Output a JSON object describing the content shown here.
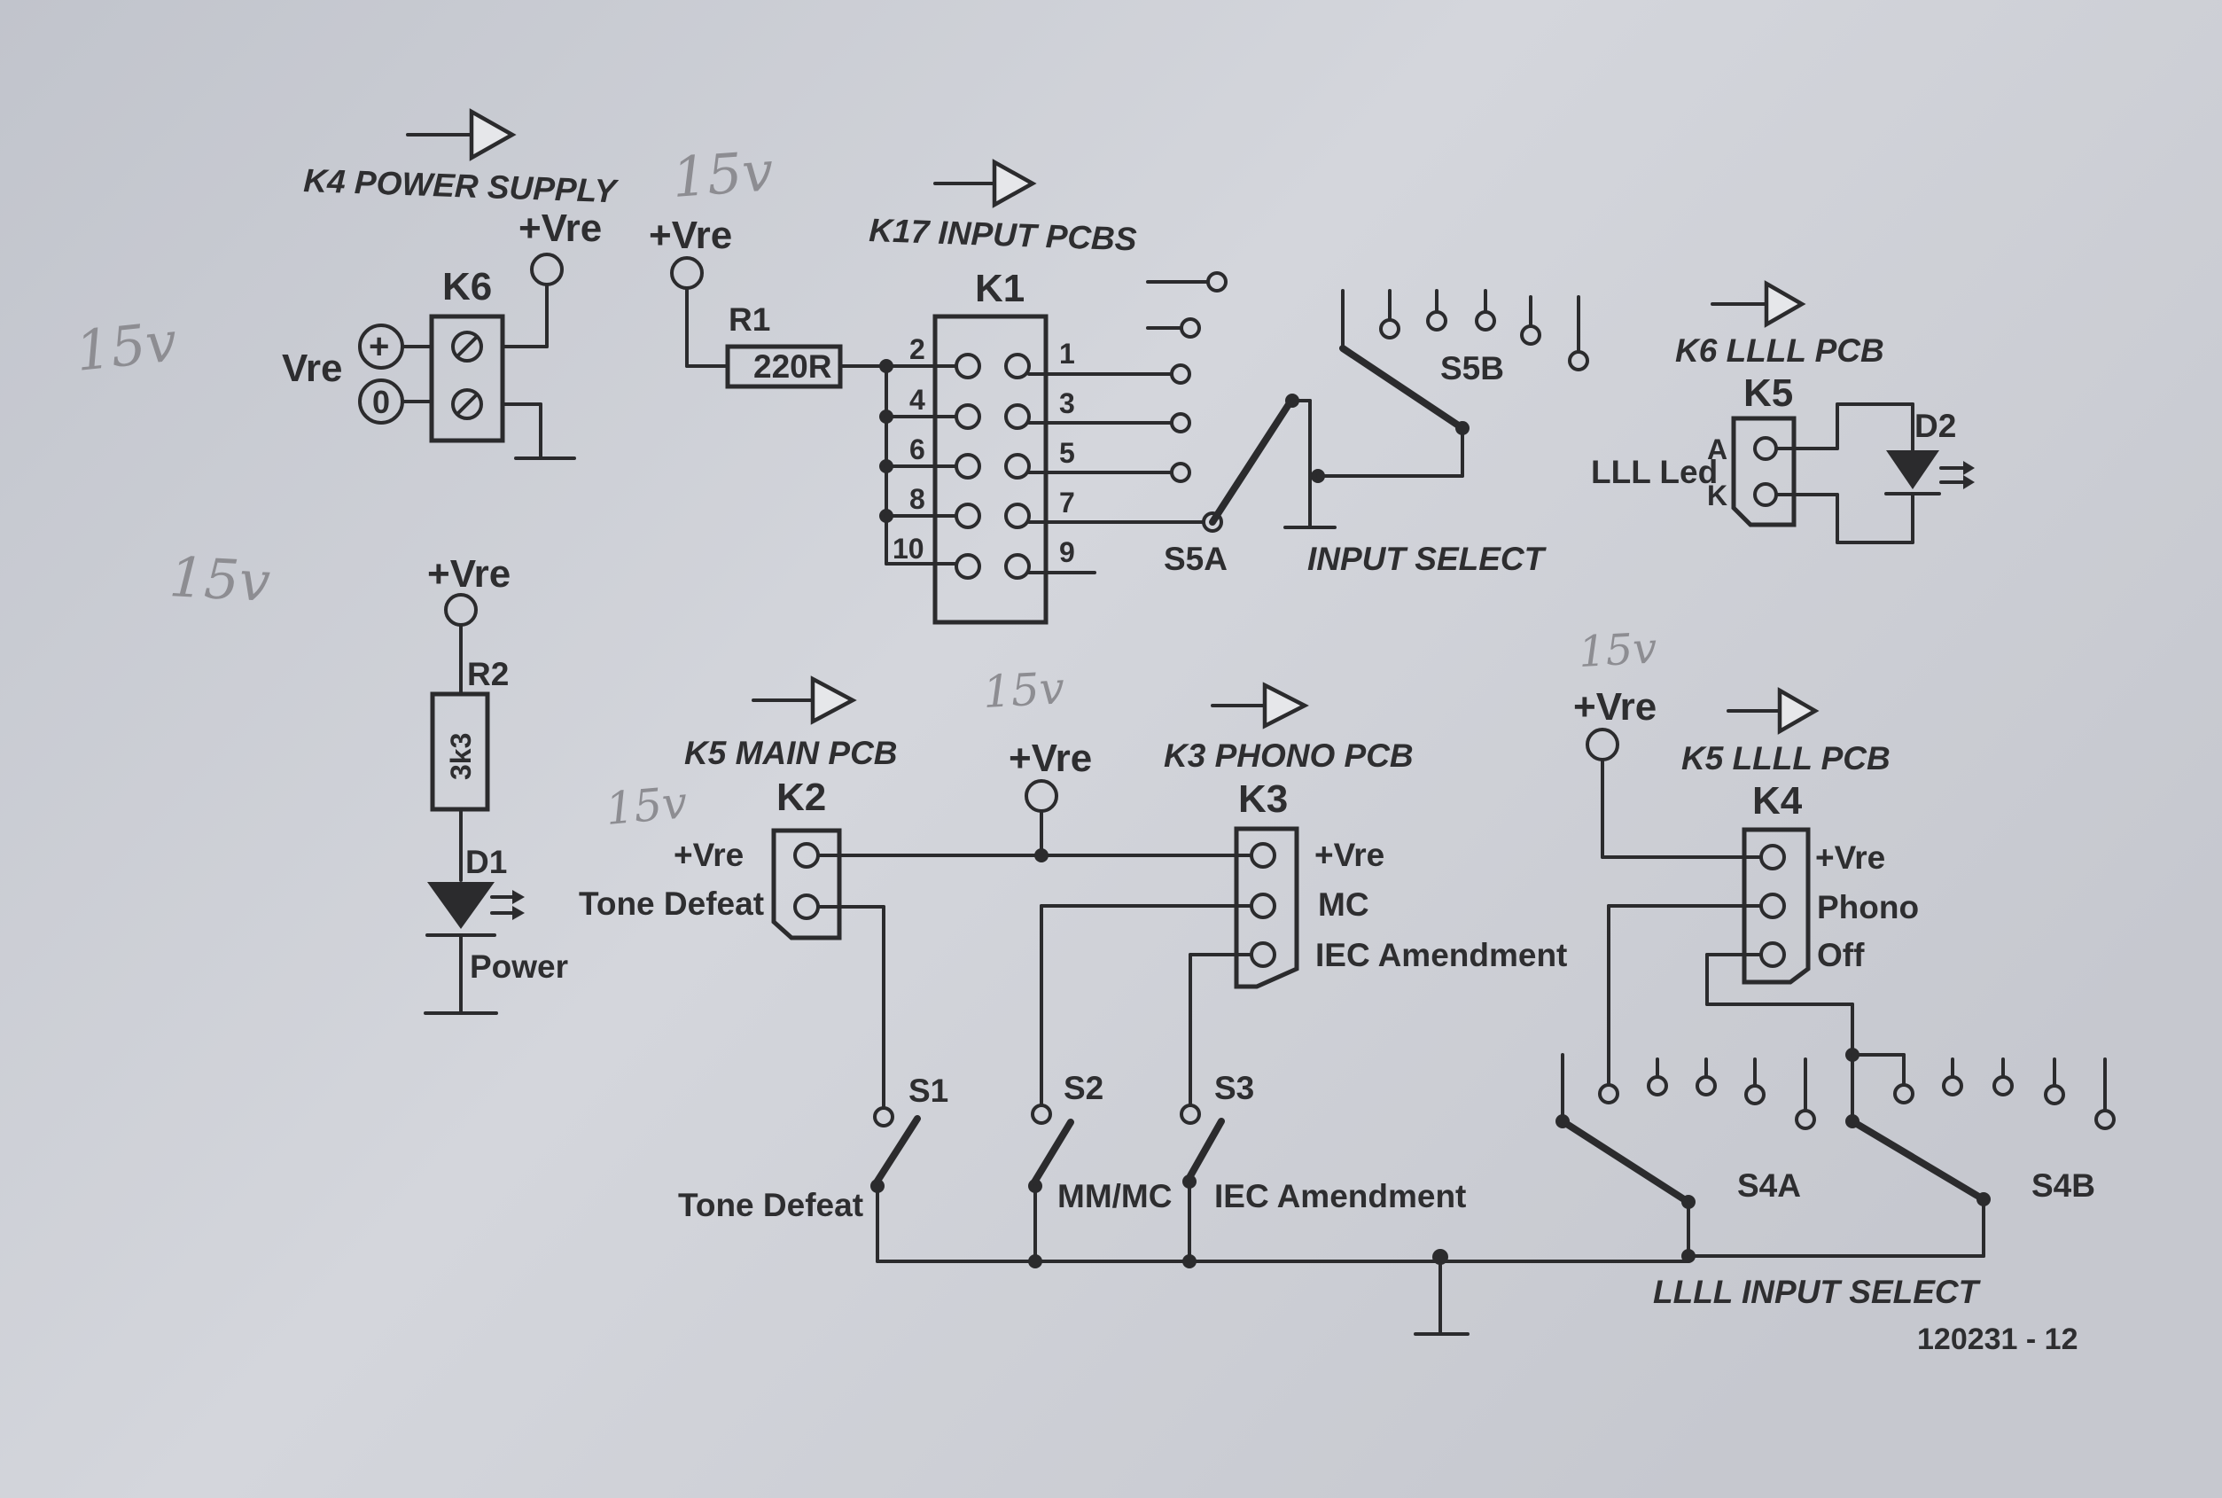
{
  "labels": {
    "k4_power_supply": "K4  POWER SUPPLY",
    "k17_input_pcbs": "K17 INPUT PCBS",
    "k6_llll_pcb": "K6  LLLL PCB",
    "k5_main_pcb": "K5  MAIN PCB",
    "k3_phono_pcb": "K3  PHONO PCB",
    "k5_llll_pcb": "K5  LLLL PCB",
    "input_select": "INPUT SELECT",
    "llll_input_select": "LLLL  INPUT SELECT",
    "figure_number": "120231 - 12"
  },
  "components": {
    "K6": "K6",
    "K1": "K1",
    "K5": "K5",
    "K2": "K2",
    "K3": "K3",
    "K4": "K4",
    "R1": "R1",
    "R1_value": "220R",
    "R2": "R2",
    "R2_value": "3k3",
    "D1": "D1",
    "D2": "D2",
    "S1": "S1",
    "S2": "S2",
    "S3": "S3",
    "S4A": "S4A",
    "S4B": "S4B",
    "S5A": "S5A",
    "S5B": "S5B"
  },
  "nets": {
    "vre": "+Vre",
    "vre_plain": "Vre",
    "plus": "+",
    "zero": "0"
  },
  "pins": {
    "k1_left": [
      "2",
      "4",
      "6",
      "8",
      "10"
    ],
    "k1_right": [
      "1",
      "3",
      "5",
      "7",
      "9"
    ],
    "k5_a": "A",
    "k5_k": "K"
  },
  "text": {
    "lll_led": "LLL Led",
    "power": "Power",
    "k2_vre": "+Vre",
    "k2_tone_defeat": "Tone Defeat",
    "k3_vre": "+Vre",
    "k3_mc": "MC",
    "k3_iec": "IEC Amendment",
    "k4_vre": "+Vre",
    "k4_phono": "Phono",
    "k4_off": "Off",
    "s1_label": "Tone Defeat",
    "s2_label": "MM/MC",
    "s3_label": "IEC Amendment"
  },
  "handwritten": {
    "note": "15v"
  }
}
